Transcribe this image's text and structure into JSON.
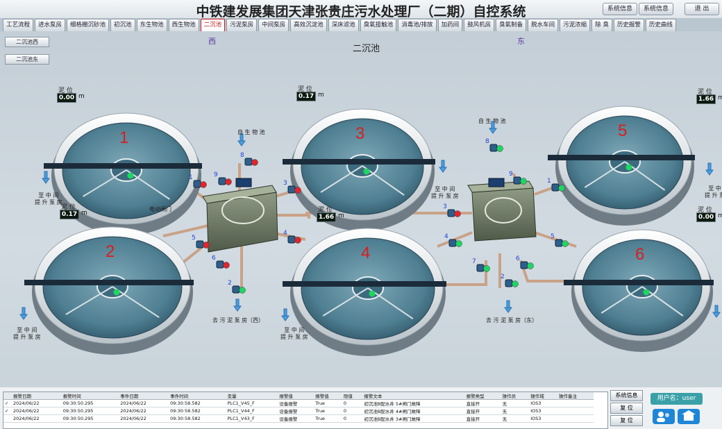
{
  "header": {
    "title": "中铁建发展集团天津张贵庄污水处理厂（二期）自控系统",
    "btn_sys_info": "系统信息",
    "btn_sys_info2": "系统信息",
    "btn_exit": "退 出"
  },
  "nav": {
    "tabs": [
      "工艺流程",
      "进水泵房",
      "细格栅沉砂池",
      "初沉池",
      "东生物池",
      "西生物池",
      "二沉池",
      "污泥泵房",
      "中间泵房",
      "高效沉淀池",
      "深床滤池",
      "臭氧接触池",
      "消毒池/排放",
      "加药间",
      "鼓风机房",
      "臭氧制备",
      "脱水车间",
      "污泥浓缩",
      "除 臭",
      "历史报警",
      "历史曲线"
    ],
    "active_index": 6
  },
  "canvas": {
    "side_buttons": [
      "二沉池西",
      "二沉池东"
    ],
    "label_west": "西",
    "label_east": "东",
    "page_title": "二沉池",
    "clarifier_numbers": [
      "1",
      "2",
      "3",
      "4",
      "5",
      "6"
    ],
    "mud_label": "泥 位",
    "mud_unit": "m",
    "mud_values": [
      "0.00",
      "0.17",
      "0.17",
      "1.66",
      "1.66",
      "0.00"
    ],
    "labels": {
      "bio_west": "自 生 物 池",
      "bio_east": "自 生 物 池",
      "to_mid_1": "至 中 间\n提 升 泵 房",
      "to_mid_2": "至 中 间\n提 升 泵 房",
      "to_mid_3": "至 中 间\n提 升 泵 房",
      "to_mid_4": "至 中 间\n提 升 泵 房",
      "to_mid_5": "至 中 间\n提 升 泵 房",
      "sludge_west": "去 污 泥 泵 房（西）",
      "sludge_east": "去 污 泥 泵 房（东）",
      "electric_gate": "电动闸门"
    },
    "valve_numbers_west": [
      "1",
      "2",
      "3",
      "4",
      "5",
      "6",
      "8",
      "9"
    ],
    "valve_numbers_east": [
      "1",
      "2",
      "3",
      "4",
      "5",
      "6",
      "7",
      "8",
      "9"
    ],
    "colors": {
      "water": "#5f8ea0",
      "ring": "#e9eef1",
      "bridge": "#1b2b3a",
      "valve_on": "#1ed760",
      "valve_off": "#e0252b",
      "number": "#d81e1e",
      "valve_label": "#1e3ed8"
    }
  },
  "alarm": {
    "columns": [
      "报警日期",
      "报警时间",
      "事件日期",
      "事件时间",
      "变量",
      "报警值",
      "报警值",
      "限值",
      "报警文本",
      "报警类型",
      "操作员",
      "操作域",
      "操作备注"
    ],
    "rows": [
      [
        "✓",
        "2024/06/22",
        "09:30:50.295",
        "2024/06/22",
        "09:30:58.582",
        "PLC1_V45_F",
        "设备报警",
        "True",
        "0",
        "初沉池B配水井 5#闸门故障",
        "直接开",
        "无",
        "IOS3",
        ""
      ],
      [
        "✓",
        "2024/06/22",
        "09:30:50.295",
        "2024/06/22",
        "09:30:58.582",
        "PLC1_V44_F",
        "设备报警",
        "True",
        "0",
        "初沉池B配水井 4#闸门故障",
        "直接开",
        "无",
        "IOS3",
        ""
      ],
      [
        "",
        "2024/06/22",
        "09:30:50.295",
        "2024/06/22",
        "09:30:58.582",
        "PLC1_V43_F",
        "设备报警",
        "True",
        "0",
        "初沉池B配水井 3#闸门故障",
        "直接开",
        "无",
        "IOS3",
        ""
      ]
    ],
    "right_buttons": [
      "系统信息",
      "复 位",
      "复 位"
    ],
    "user_label": "用户名：user"
  }
}
